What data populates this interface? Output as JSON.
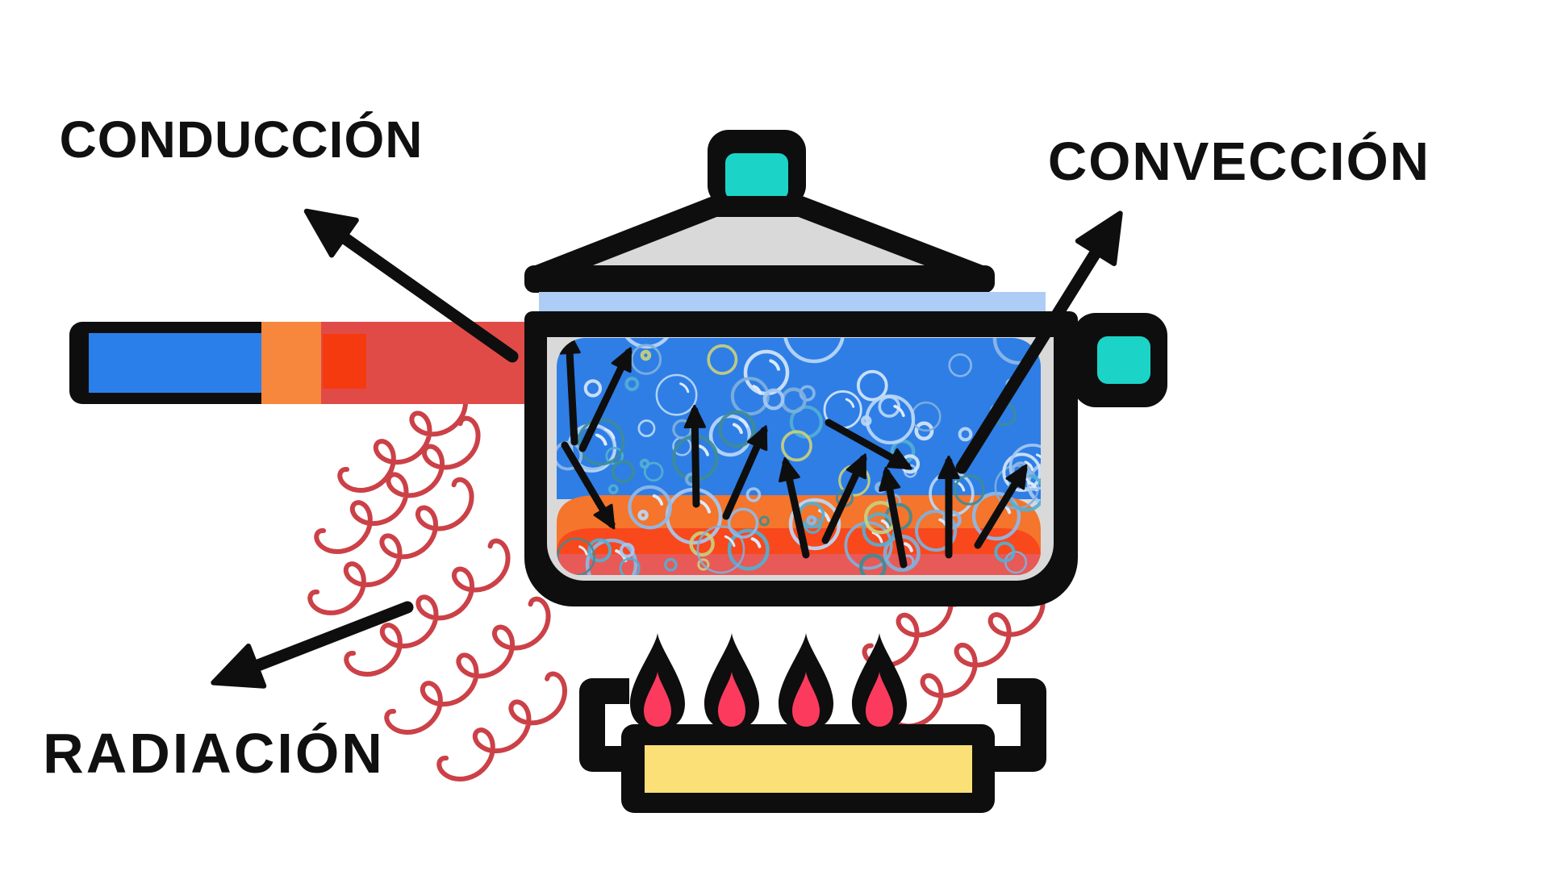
{
  "labels": {
    "conduction": "CONDUCCIÓN",
    "convection": "CONVECCIÓN",
    "radiation": "RADIACIÓN"
  },
  "colors": {
    "label_text": "#101010",
    "outline_black": "#0e0e0e",
    "lid_gray": "#D9D9D9",
    "knob_teal": "#1BD4C7",
    "rim_lightblue": "#AECDF6",
    "water_blue": "#2E7EE6",
    "water_orange": "#F4752B",
    "water_hot": "#F8481C",
    "water_salmon": "#E75A58",
    "handle_blue": "#2B7FEA",
    "handle_orange": "#F6873C",
    "handle_red": "#E14B47",
    "handle_hot": "#F63A10",
    "flame_pink": "#FB3A5E",
    "burner_yellow": "#FAE077",
    "squiggle_red": "#CB4147"
  }
}
